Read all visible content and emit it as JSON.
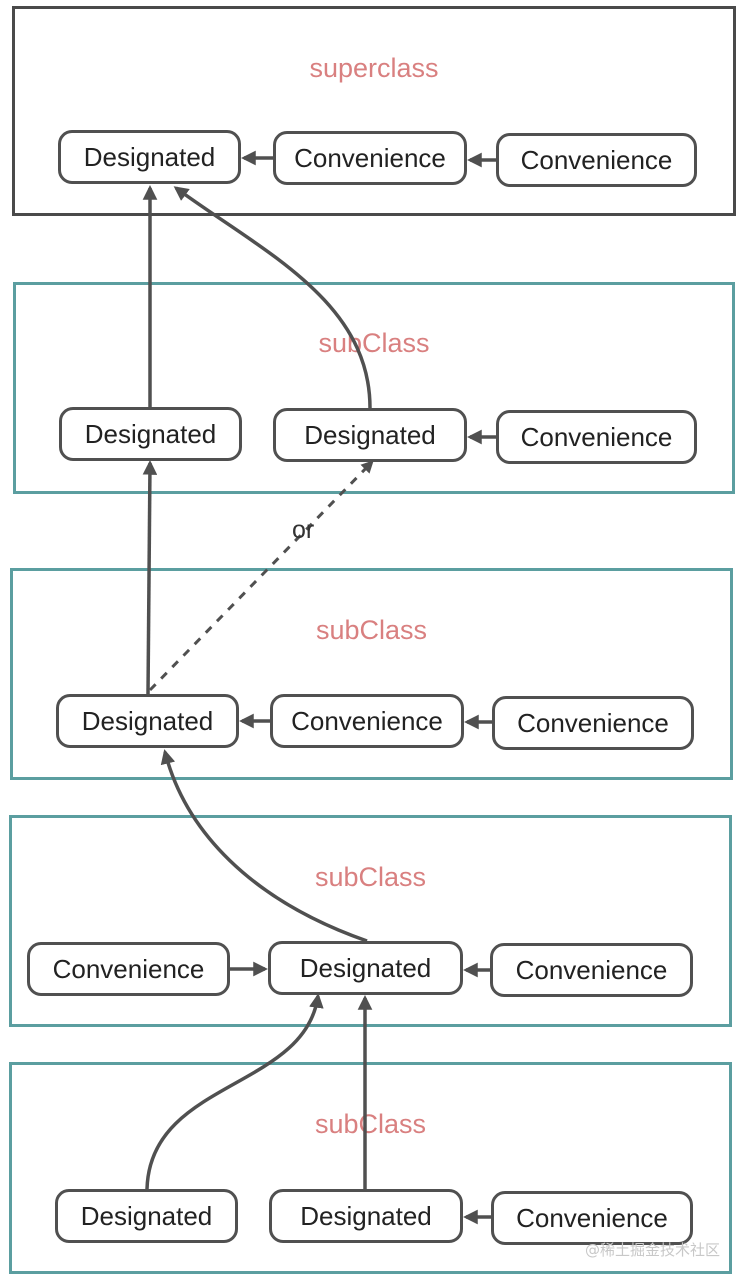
{
  "diagram": {
    "panels": [
      {
        "title": "superclass",
        "nodes": [
          "Designated",
          "Convenience",
          "Convenience"
        ]
      },
      {
        "title": "subClass",
        "nodes": [
          "Designated",
          "Designated",
          "Convenience"
        ]
      },
      {
        "title": "subClass",
        "nodes": [
          "Designated",
          "Convenience",
          "Convenience"
        ]
      },
      {
        "title": "subClass",
        "nodes": [
          "Convenience",
          "Designated",
          "Convenience"
        ]
      },
      {
        "title": "subClass",
        "nodes": [
          "Designated",
          "Designated",
          "Convenience"
        ]
      }
    ],
    "or_label": "or",
    "watermark": "@稀土掘金技术社区"
  }
}
